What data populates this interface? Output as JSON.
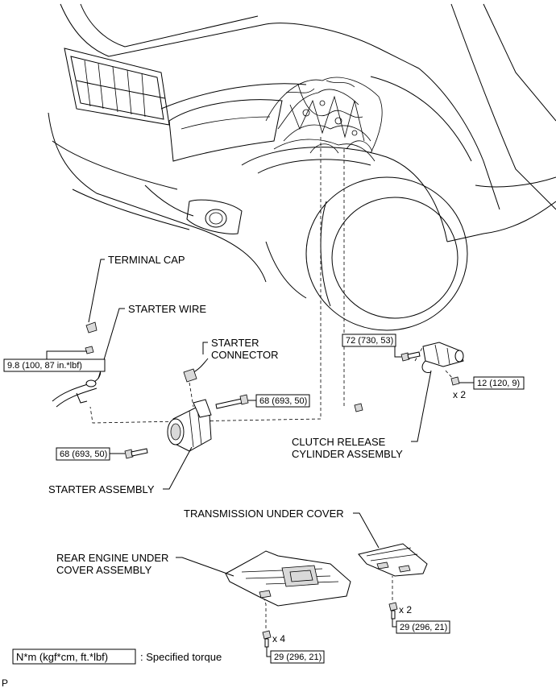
{
  "labels": {
    "terminal_cap": "TERMINAL CAP",
    "starter_wire": "STARTER WIRE",
    "starter_connector_1": "STARTER",
    "starter_connector_2": "CONNECTOR",
    "clutch_release_1": "CLUTCH RELEASE",
    "clutch_release_2": "CYLINDER ASSEMBLY",
    "starter_assembly": "STARTER ASSEMBLY",
    "transmission_under_cover": "TRANSMISSION UNDER COVER",
    "rear_engine_under_1": "REAR ENGINE UNDER",
    "rear_engine_under_2": "COVER ASSEMBLY",
    "x2_clutch": "x 2",
    "x2_trans": "x 2",
    "x4_rear": "x 4"
  },
  "torques": {
    "terminal_nut": "9.8 (100, 87 in.*lbf)",
    "starter_bolt_upper": "68 (693, 50)",
    "starter_bolt_lower": "68 (693, 50)",
    "clutch_bolt_upper": "72 (730, 53)",
    "clutch_bolt_side": "12 (120, 9)",
    "trans_cover_bolt": "29 (296, 21)",
    "rear_cover_bolt": "29 (296, 21)"
  },
  "legend": {
    "unit": "N*m (kgf*cm, ft.*lbf)",
    "description": ": Specified torque"
  },
  "corner_mark": "P"
}
